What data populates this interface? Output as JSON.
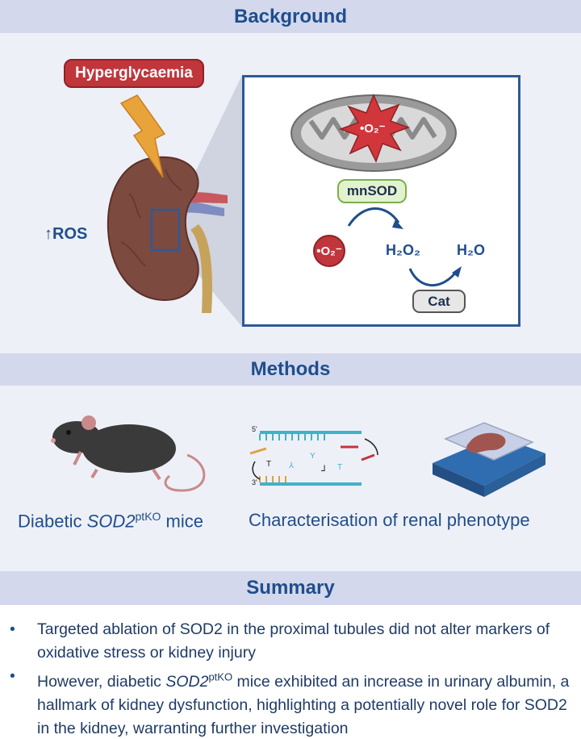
{
  "sections": {
    "background_title": "Background",
    "methods_title": "Methods",
    "summary_title": "Summary"
  },
  "background": {
    "trigger_label": "Hyperglycaemia",
    "ros_label": "↑ROS",
    "mito_label": "•O₂⁻",
    "enzyme_1": "mnSOD",
    "enzyme_2": "Cat",
    "substrate": "•O₂⁻",
    "intermediate": "H₂O₂",
    "product": "H₂O"
  },
  "methods": {
    "caption_left_prefix": "Diabetic ",
    "caption_left_gene": "SOD2",
    "caption_left_sup": "ptKO",
    "caption_left_suffix": " mice",
    "caption_right": "Characterisation of renal phenotype",
    "strand_top_label": "5'",
    "strand_bottom_label": "3'"
  },
  "summary": {
    "bullet_1": "Targeted ablation of SOD2 in the proximal tubules did not alter markers of oxidative stress or kidney injury",
    "bullet_2_prefix": "However, diabetic ",
    "bullet_2_gene": "SOD2",
    "bullet_2_sup": "ptKO",
    "bullet_2_suffix": " mice exhibited an increase in urinary albumin, a hallmark of kidney dysfunction, highlighting a potentially novel role for SOD2 in the kidney, warranting further investigation"
  },
  "colors": {
    "header_bg": "#d3d8ec",
    "section_bg": "#eef0f8",
    "title_text": "#1f4e8c",
    "accent_red": "#c0363b",
    "kidney": "#7d4a40",
    "enzyme_green": "#e2f2cf"
  },
  "icons": [
    "lightning-icon",
    "kidney-icon",
    "mitochondrion-icon",
    "mouse-icon",
    "dna-strand-icon",
    "tissue-slide-icon"
  ]
}
